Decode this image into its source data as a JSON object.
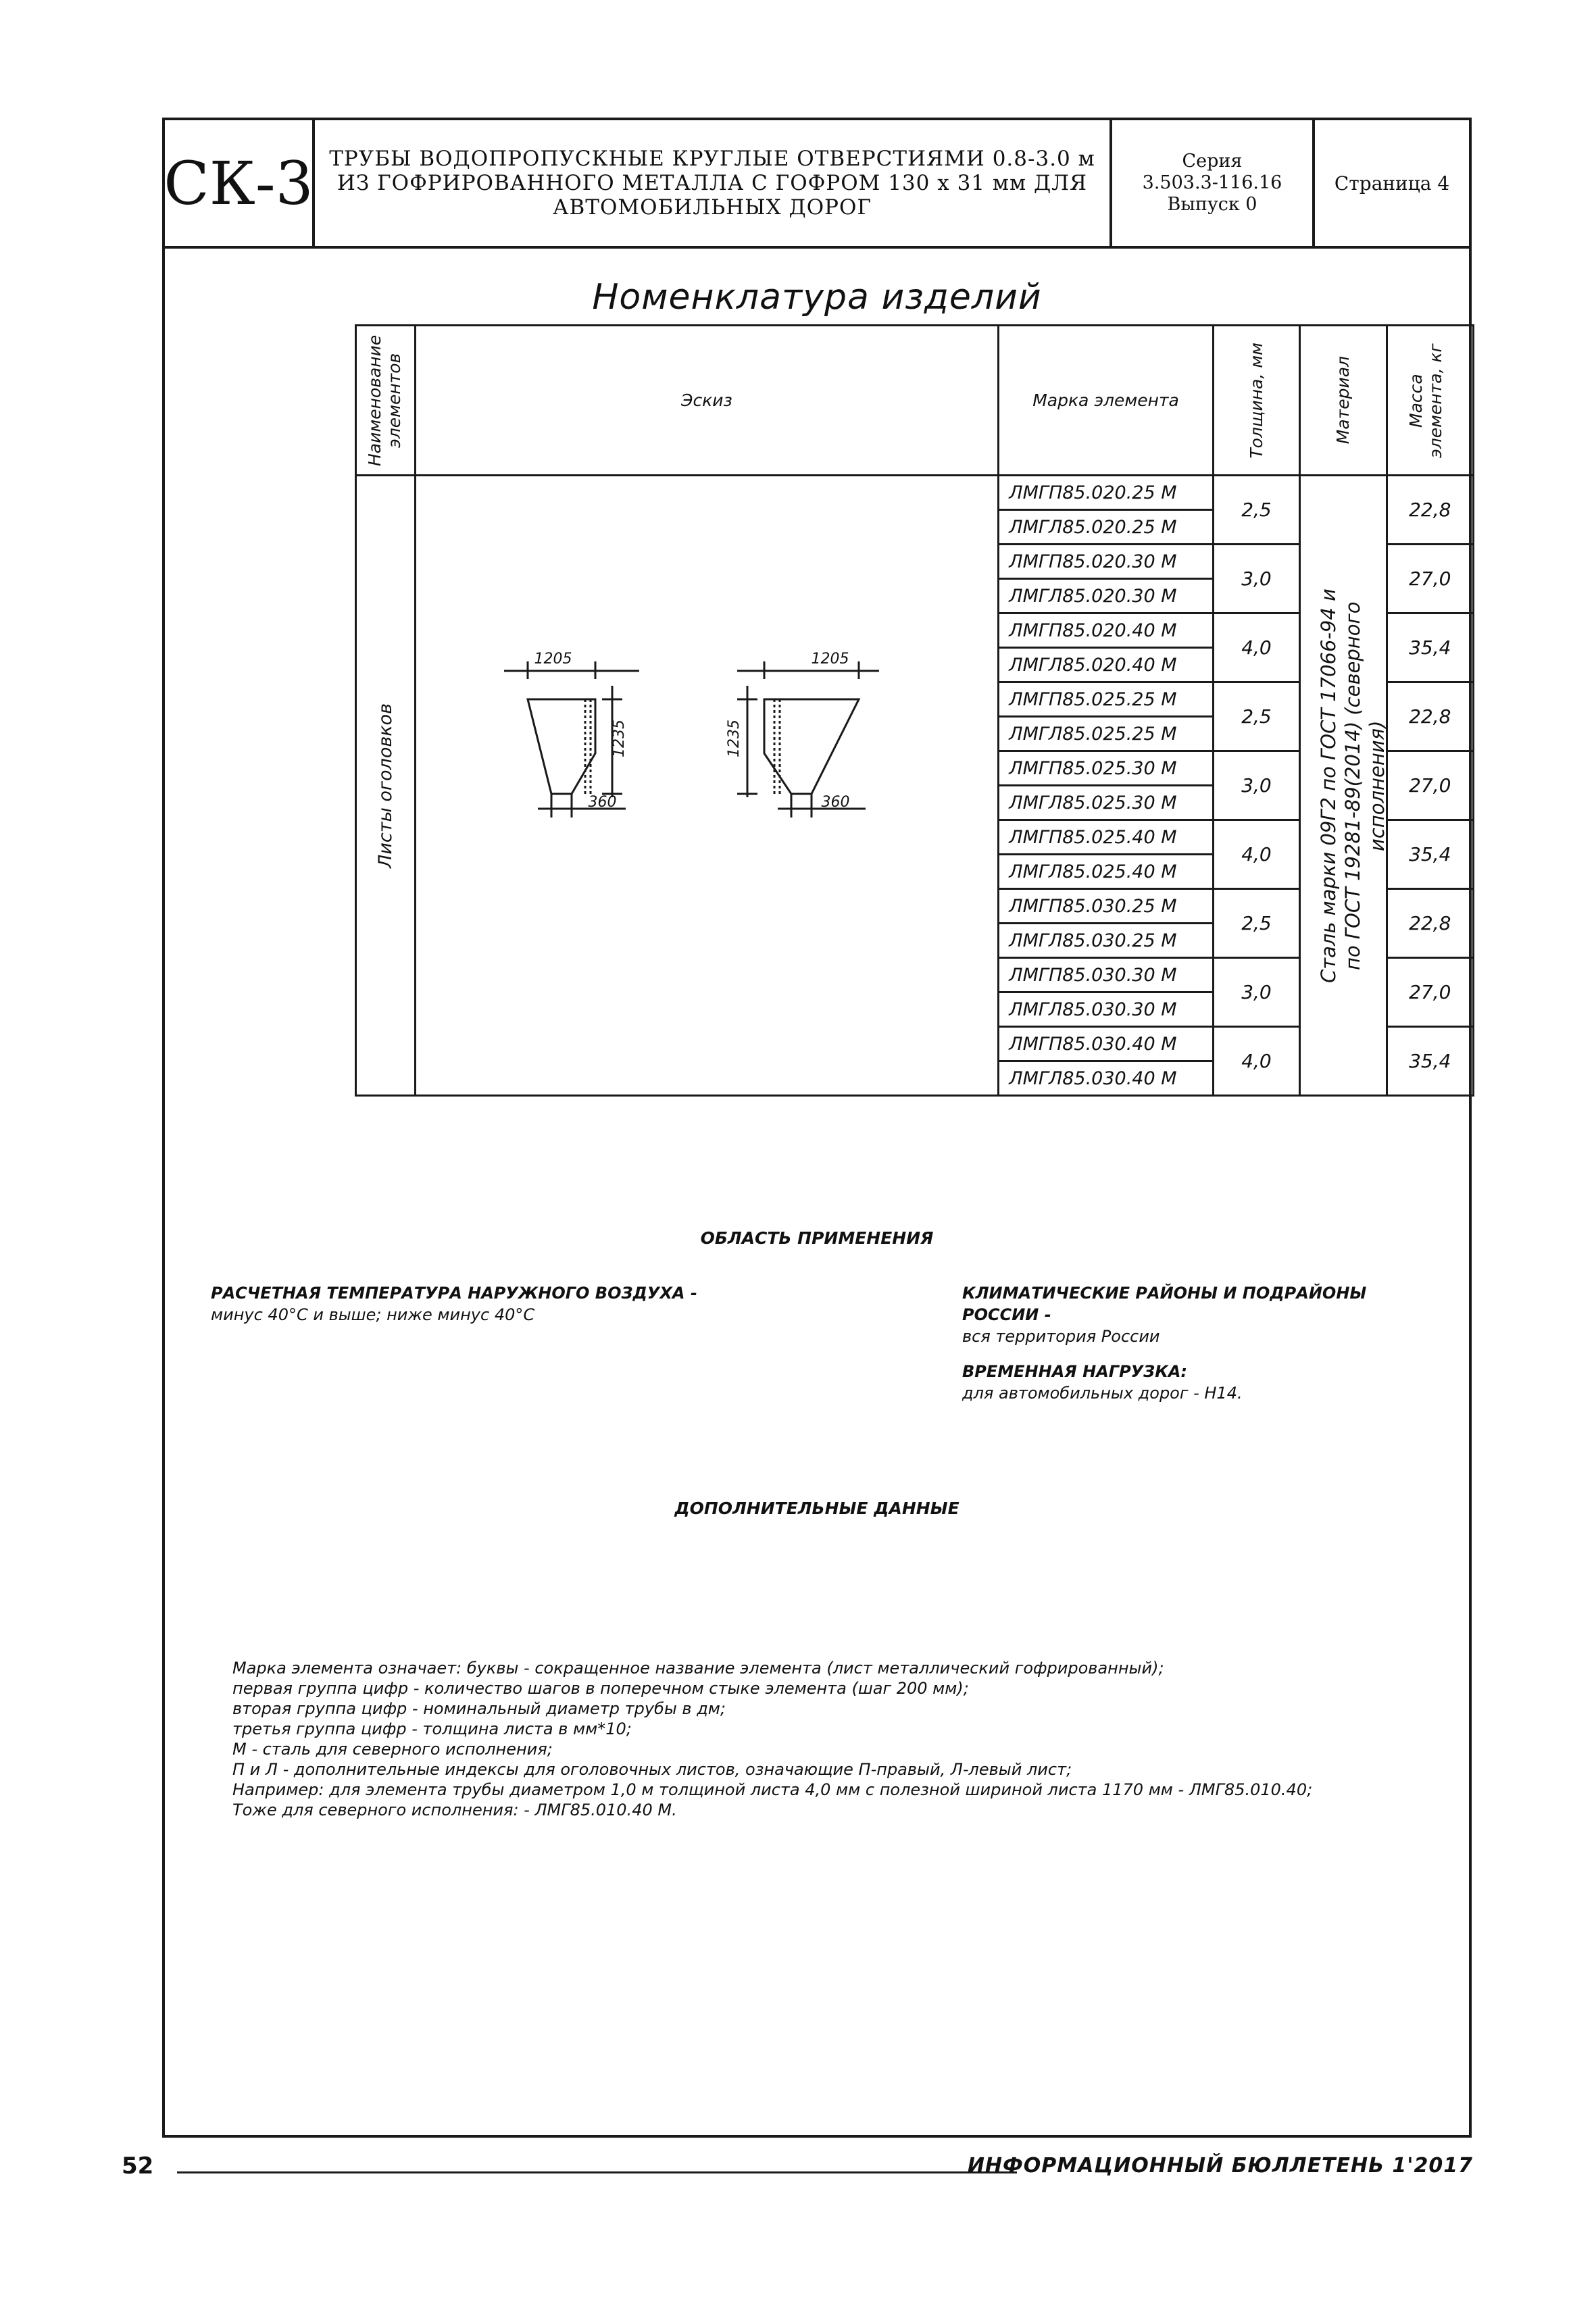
{
  "header": {
    "code": "СК-3",
    "title": "ТРУБЫ ВОДОПРОПУСКНЫЕ КРУГЛЫЕ ОТВЕРСТИЯМИ 0.8-3.0 м ИЗ ГОФРИРОВАННОГО МЕТАЛЛА С ГОФРОМ 130 х 31 мм ДЛЯ АВТОМОБИЛЬНЫХ ДОРОГ",
    "series_label": "Серия",
    "series_number": "3.503.3-116.16",
    "issue": "Выпуск 0",
    "page": "Страница 4"
  },
  "table": {
    "title": "Номенклатура изделий",
    "col_name": "Наименование элементов",
    "col_sketch": "Эскиз",
    "col_mark": "Марка элемента",
    "col_thickness": "Толщина, мм",
    "col_material": "Материал",
    "col_mass": "Масса элемента, кг",
    "row_name": "Листы оголовков",
    "material": "Сталь марки 09Г2 по ГОСТ 17066-94 и по ГОСТ 19281-89(2014) (северного исполнения)",
    "sketch_dims": {
      "width": "1205",
      "height": "1235",
      "bottom": "360"
    },
    "groups": [
      {
        "marks": [
          "ЛМГП85.020.25 М",
          "ЛМГЛ85.020.25 М"
        ],
        "thickness": "2,5",
        "mass": "22,8"
      },
      {
        "marks": [
          "ЛМГП85.020.30 М",
          "ЛМГЛ85.020.30 М"
        ],
        "thickness": "3,0",
        "mass": "27,0"
      },
      {
        "marks": [
          "ЛМГП85.020.40 М",
          "ЛМГЛ85.020.40 М"
        ],
        "thickness": "4,0",
        "mass": "35,4"
      },
      {
        "marks": [
          "ЛМГП85.025.25 М",
          "ЛМГЛ85.025.25 М"
        ],
        "thickness": "2,5",
        "mass": "22,8"
      },
      {
        "marks": [
          "ЛМГП85.025.30 М",
          "ЛМГЛ85.025.30 М"
        ],
        "thickness": "3,0",
        "mass": "27,0"
      },
      {
        "marks": [
          "ЛМГП85.025.40 М",
          "ЛМГЛ85.025.40 М"
        ],
        "thickness": "4,0",
        "mass": "35,4"
      },
      {
        "marks": [
          "ЛМГП85.030.25 М",
          "ЛМГЛ85.030.25 М"
        ],
        "thickness": "2,5",
        "mass": "22,8"
      },
      {
        "marks": [
          "ЛМГП85.030.30 М",
          "ЛМГЛ85.030.30 М"
        ],
        "thickness": "3,0",
        "mass": "27,0"
      },
      {
        "marks": [
          "ЛМГП85.030.40 М",
          "ЛМГЛ85.030.40 М"
        ],
        "thickness": "4,0",
        "mass": "35,4"
      }
    ]
  },
  "application": {
    "title": "ОБЛАСТЬ ПРИМЕНЕНИЯ",
    "temp_head": "РАСЧЕТНАЯ ТЕМПЕРАТУРА НАРУЖНОГО ВОЗДУХА -",
    "temp_text": "минус 40°С и выше; ниже минус 40°С",
    "climate_head": "КЛИМАТИЧЕСКИЕ РАЙОНЫ И ПОДРАЙОНЫ РОССИИ -",
    "climate_text": "вся территория России",
    "load_head": "ВРЕМЕННАЯ НАГРУЗКА:",
    "load_text": "для автомобильных дорог - Н14."
  },
  "additional": {
    "title": "ДОПОЛНИТЕЛЬНЫЕ ДАННЫЕ",
    "lines": [
      "Марка элемента означает: буквы - сокращенное название элемента (лист металлический гофрированный);",
      "первая группа цифр - количество шагов в поперечном стыке элемента (шаг 200 мм);",
      "вторая группа цифр - номинальный диаметр трубы в дм;",
      "третья группа цифр - толщина листа в мм*10;",
      "М - сталь для северного исполнения;",
      "П и Л - дополнительные индексы для оголовочных листов, означающие П-правый, Л-левый лист;",
      "Например: для элемента трубы диаметром 1,0 м толщиной листа 4,0 мм с полезной шириной листа 1170 мм - ЛМГ85.010.40;",
      "Тоже для северного исполнения: - ЛМГ85.010.40 М."
    ]
  },
  "footer": {
    "page_number": "52",
    "bulletin": "ИНФОРМАЦИОННЫЙ БЮЛЛЕТЕНЬ 1'2017"
  }
}
